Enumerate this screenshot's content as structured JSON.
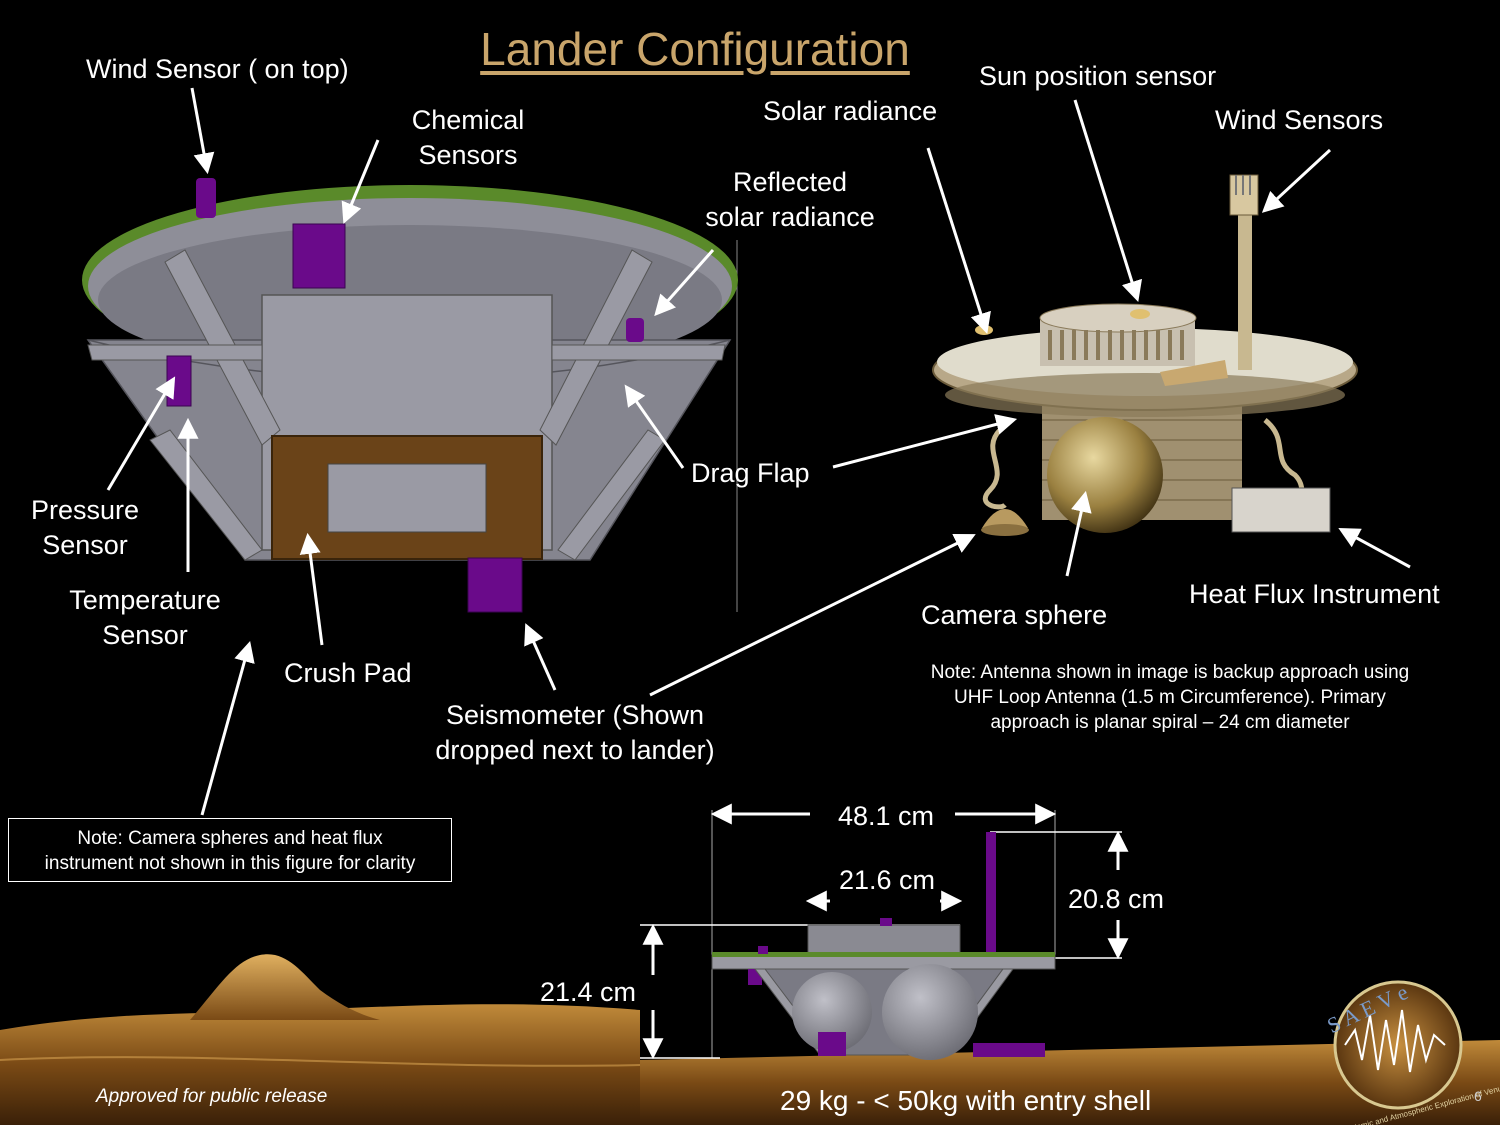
{
  "slide": {
    "title": "Lander Configuration",
    "page_number": "6",
    "footer": "Approved for public release",
    "mass_note": "29 kg -  < 50kg with entry shell"
  },
  "left_figure": {
    "labels": {
      "wind_sensor": "Wind Sensor ( on top)",
      "chemical_sensors": [
        "Chemical",
        "Sensors"
      ],
      "reflected_solar": [
        "Reflected",
        "solar radiance"
      ],
      "pressure_sensor": [
        "Pressure",
        "Sensor"
      ],
      "temperature_sensor": [
        "Temperature",
        "Sensor"
      ],
      "drag_flap": "Drag Flap",
      "crush_pad": "Crush Pad",
      "seismometer": [
        "Seismometer (Shown",
        "dropped next to lander)"
      ]
    },
    "note": [
      "Note: Camera spheres and heat flux",
      "instrument not shown in this figure for clarity"
    ]
  },
  "right_figure": {
    "labels": {
      "sun_position": "Sun position sensor",
      "solar_radiance": "Solar radiance",
      "wind_sensors": "Wind Sensors",
      "camera_sphere": "Camera sphere",
      "heat_flux": "Heat Flux Instrument"
    },
    "note": [
      "Note: Antenna shown in image is backup approach using",
      "UHF Loop Antenna (1.5 m Circumference). Primary",
      "approach is planar spiral – 24 cm diameter"
    ]
  },
  "dimensions": {
    "width_outer": "48.1 cm",
    "width_inner": "21.6 cm",
    "height_right": "20.8 cm",
    "height_left": "21.4 cm"
  },
  "logo": {
    "letters": "S A E V e",
    "ring_text": "Seismic and Atmospheric Exploration of Venus"
  },
  "colors": {
    "title": "#c9a56b",
    "purple": "#6a0a8a",
    "green_rim": "#5a8a2a",
    "grey_body": "#8a8a92",
    "brown_pad": "#6a4318",
    "venus_surface": "#a06a20"
  }
}
